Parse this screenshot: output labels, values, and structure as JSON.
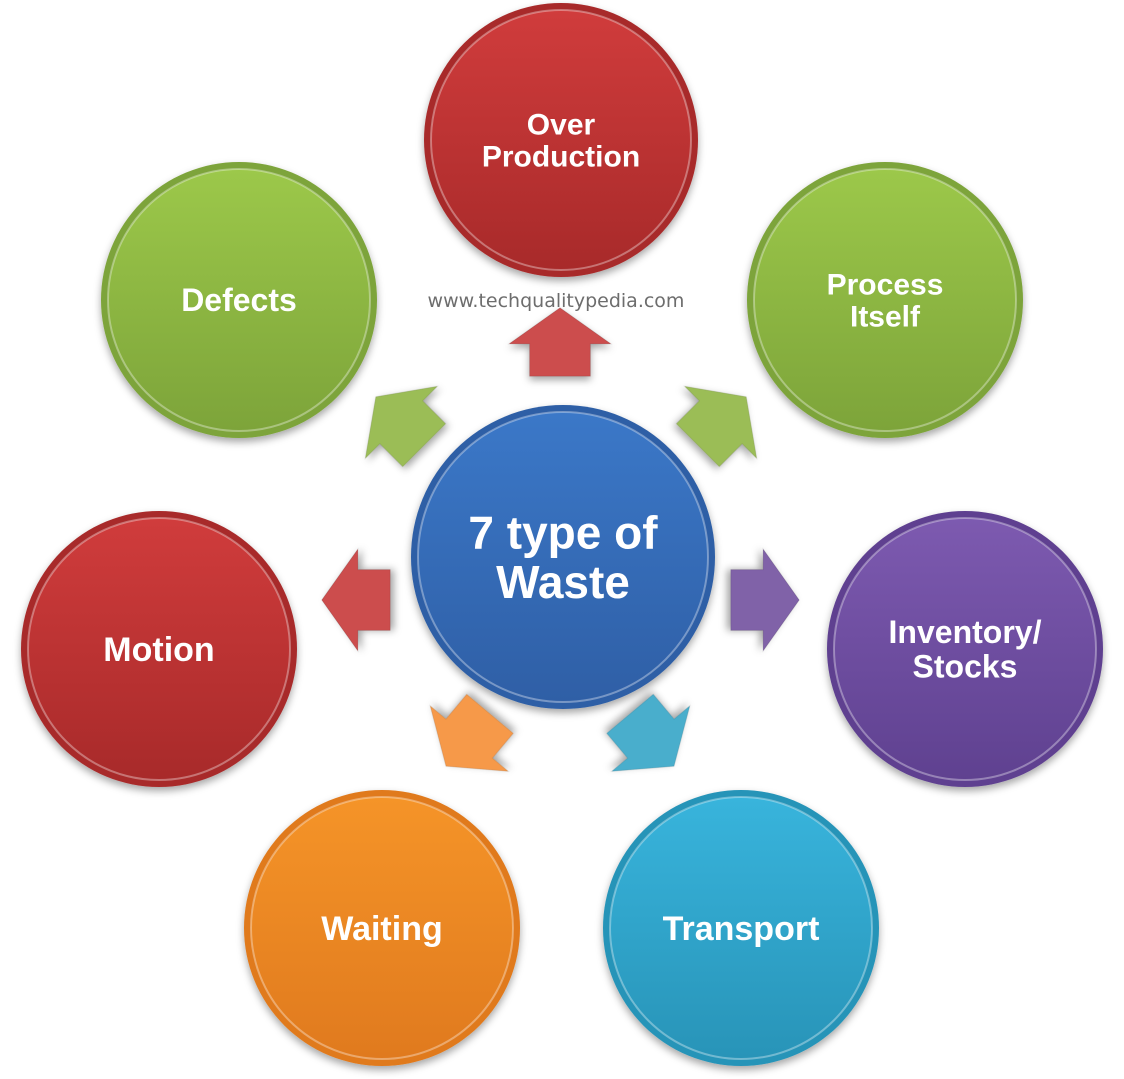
{
  "title": "7 type of Waste",
  "center": {
    "lines": [
      "7 type of",
      "Waste"
    ],
    "color": "#3b78c8",
    "color_dark": "#2f5fa6"
  },
  "watermark": "www.techqualitypedia.com",
  "wastes": [
    {
      "id": "over-production",
      "lines": [
        "Over",
        "Production"
      ],
      "color": "#d03c3c",
      "color_dark": "#a82a2a"
    },
    {
      "id": "process-itself",
      "lines": [
        "Process",
        "Itself"
      ],
      "color": "#9cc84a",
      "color_dark": "#7da43a"
    },
    {
      "id": "inventory-stocks",
      "lines": [
        "Inventory/",
        "Stocks"
      ],
      "color": "#7d5ab0",
      "color_dark": "#5f4190"
    },
    {
      "id": "transport",
      "lines": [
        "Transport"
      ],
      "color": "#38b4dc",
      "color_dark": "#2894b8"
    },
    {
      "id": "waiting",
      "lines": [
        "Waiting"
      ],
      "color": "#f59428",
      "color_dark": "#e07a1e"
    },
    {
      "id": "motion",
      "lines": [
        "Motion"
      ],
      "color": "#d03c3c",
      "color_dark": "#a82a2a"
    },
    {
      "id": "defects",
      "lines": [
        "Defects"
      ],
      "color": "#9cc84a",
      "color_dark": "#7da43a"
    }
  ],
  "arrows": [
    {
      "target": "over-production",
      "color": "#cc4e4e"
    },
    {
      "target": "process-itself",
      "color": "#9bbd57"
    },
    {
      "target": "inventory-stocks",
      "color": "#8062a8"
    },
    {
      "target": "transport",
      "color": "#4aaecc"
    },
    {
      "target": "waiting",
      "color": "#f6994a"
    },
    {
      "target": "motion",
      "color": "#cc4e4e"
    },
    {
      "target": "defects",
      "color": "#9bbd57"
    }
  ]
}
